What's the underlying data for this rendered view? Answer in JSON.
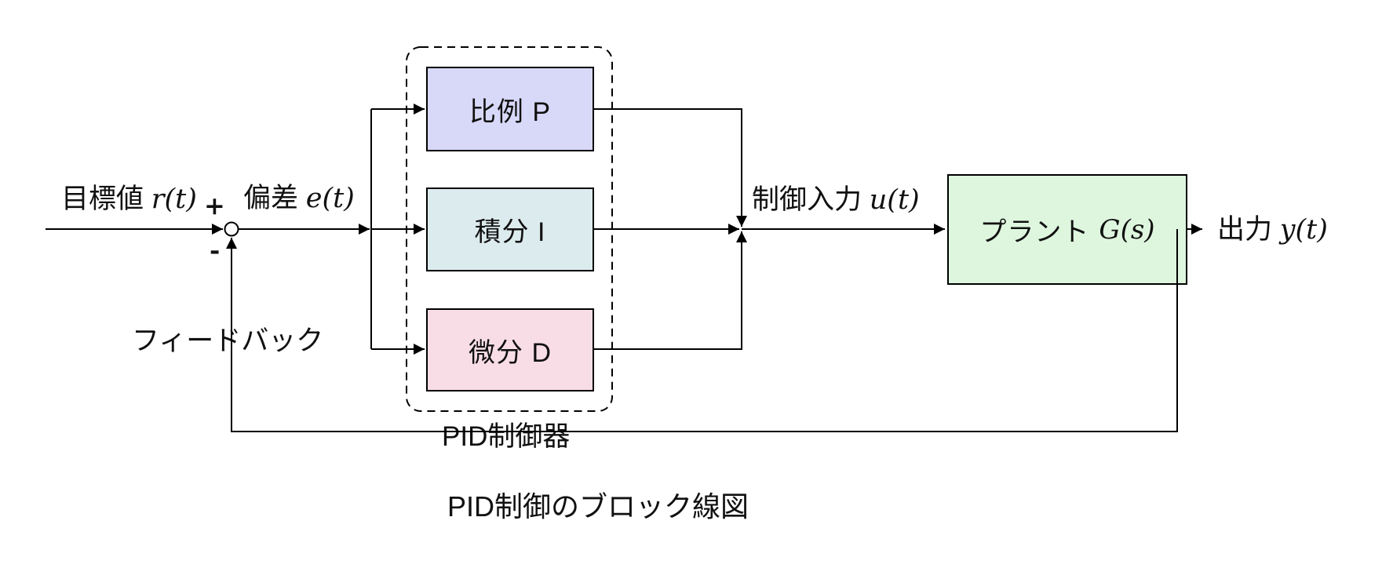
{
  "diagram": {
    "caption": "PID制御のブロック線図",
    "controller_group_label": "PID制御器",
    "feedback_label": "フィードバック"
  },
  "signals": {
    "input_jp": "目標値",
    "input_math": "r(t)",
    "plus_sign": "+",
    "minus_sign": "-",
    "error_jp": "偏差",
    "error_math": "e(t)",
    "control_jp": "制御入力",
    "control_math": "u(t)",
    "output_jp": "出力",
    "output_math": "y(t)"
  },
  "blocks": {
    "proportional": {
      "label": "比例 P"
    },
    "integral": {
      "label": "積分 I"
    },
    "derivative": {
      "label": "微分 D"
    },
    "plant_jp": "プラント",
    "plant_math": "G(s)"
  },
  "colors": {
    "proportional_fill": "#d8d8f8",
    "integral_fill": "#dcebee",
    "derivative_fill": "#f8dde7",
    "plant_fill": "#def6de",
    "line": "#000000",
    "background": "#ffffff"
  }
}
